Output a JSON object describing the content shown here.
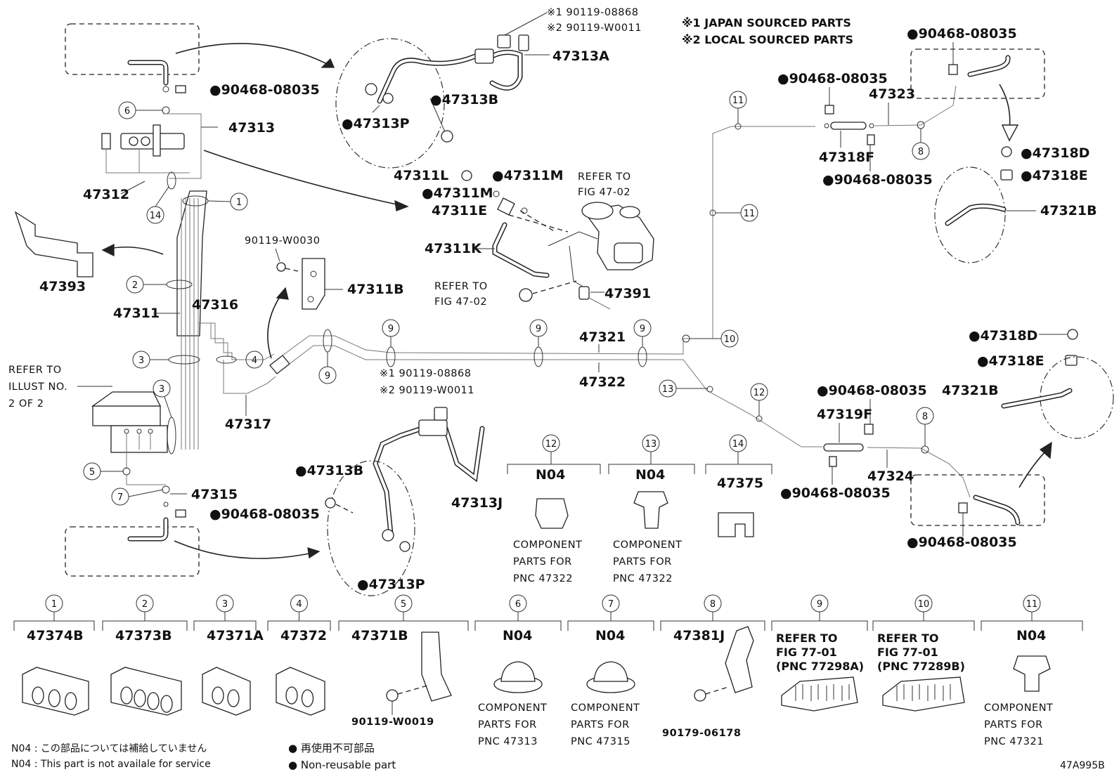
{
  "notes": {
    "japan": "※1 JAPAN SOURCED PARTS",
    "local": "※2 LOCAL SOURCED PARTS"
  },
  "labels": {
    "l47313A": "47313A",
    "l47313B_top": "●47313B",
    "l47313P_top": "●47313P",
    "l90468_a": "●90468-08035",
    "l47313": "47313",
    "l47312": "47312",
    "l47393": "47393",
    "l47311": "47311",
    "l47316": "47316",
    "l47317": "47317",
    "l47315": "47315",
    "l90468_b": "●90468-08035",
    "l47311L": "47311L",
    "l47311M_a": "●47311M",
    "l47311M_b": "●47311M",
    "l47311E": "47311E",
    "l47311K": "47311K",
    "l47391": "47391",
    "l47311B": "47311B",
    "l90119_w0030": "90119-W0030",
    "l47321": "47321",
    "l47322": "47322",
    "l47323": "47323",
    "l47324": "47324",
    "l47318F": "47318F",
    "l47319F": "47319F",
    "l90468_c": "●90468-08035",
    "l90468_d": "●90468-08035",
    "l90468_e": "●90468-08035",
    "l90468_f": "●90468-08035",
    "l90468_g": "●90468-08035",
    "l90468_h": "●90468-08035",
    "l47318D_a": "●47318D",
    "l47318E_a": "●47318E",
    "l47321B_a": "47321B",
    "l47318D_b": "●47318D",
    "l47318E_b": "●47318E",
    "l47321B_b": "47321B",
    "l47313B_bot": "●47313B",
    "l47313J": "47313J",
    "l47313P_bot": "●47313P",
    "ref_47_02_a_1": "REFER TO",
    "ref_47_02_a_2": "FIG 47-02",
    "ref_47_02_b_1": "REFER TO",
    "ref_47_02_b_2": "FIG 47-02",
    "ref_illust_1": "REFER TO",
    "ref_illust_2": "ILLUST NO.",
    "ref_illust_3": "2 OF 2",
    "sub_top_1": "※1 90119-08868",
    "sub_top_2": "※2 90119-W0011",
    "sub_mid_1": "※1 90119-08868",
    "sub_mid_2": "※2 90119-W0011",
    "n04_12": "N04",
    "n04_13": "N04",
    "l47375": "47375",
    "comp12_1": "COMPONENT",
    "comp12_2": "PARTS FOR",
    "comp12_3": "PNC 47322",
    "comp13_1": "COMPONENT",
    "comp13_2": "PARTS FOR",
    "comp13_3": "PNC 47322"
  },
  "callouts": {
    "c1": "1",
    "c2": "2",
    "c3": "3",
    "c3b": "3",
    "c4": "4",
    "c5": "5",
    "c6": "6",
    "c7": "7",
    "c8a": "8",
    "c8b": "8",
    "c9a": "9",
    "c9b": "9",
    "c9c": "9",
    "c9d": "9",
    "c10": "10",
    "c11a": "11",
    "c11b": "11",
    "c12": "12",
    "c13": "13",
    "c14": "14",
    "k12": "12",
    "k13": "13",
    "k14": "14"
  },
  "legend": [
    {
      "num": "1",
      "part": "47374B"
    },
    {
      "num": "2",
      "part": "47373B"
    },
    {
      "num": "3",
      "part": "47371A"
    },
    {
      "num": "4",
      "part": "47372"
    },
    {
      "num": "5",
      "part": "47371B",
      "sub": "90119-W0019"
    },
    {
      "num": "6",
      "part": "N04",
      "comp": [
        "COMPONENT",
        "PARTS FOR",
        "PNC 47313"
      ]
    },
    {
      "num": "7",
      "part": "N04",
      "comp": [
        "COMPONENT",
        "PARTS FOR",
        "PNC 47315"
      ]
    },
    {
      "num": "8",
      "part": "47381J",
      "sub": "90179-06178"
    },
    {
      "num": "9",
      "ref": [
        "REFER TO",
        "FIG 77-01",
        "(PNC 77298A)"
      ]
    },
    {
      "num": "10",
      "ref": [
        "REFER TO",
        "FIG 77-01",
        "(PNC 77289B)"
      ]
    },
    {
      "num": "11",
      "part": "N04",
      "comp": [
        "COMPONENT",
        "PARTS FOR",
        "PNC 47321"
      ]
    }
  ],
  "footer": {
    "n04_jp": "N04 : この部品については補給していません",
    "n04_en": "N04 : This part is not availale for service",
    "nonreuse_jp": "● 再使用不可部品",
    "nonreuse_en": "● Non-reusable part",
    "fig_code": "47A995B"
  }
}
